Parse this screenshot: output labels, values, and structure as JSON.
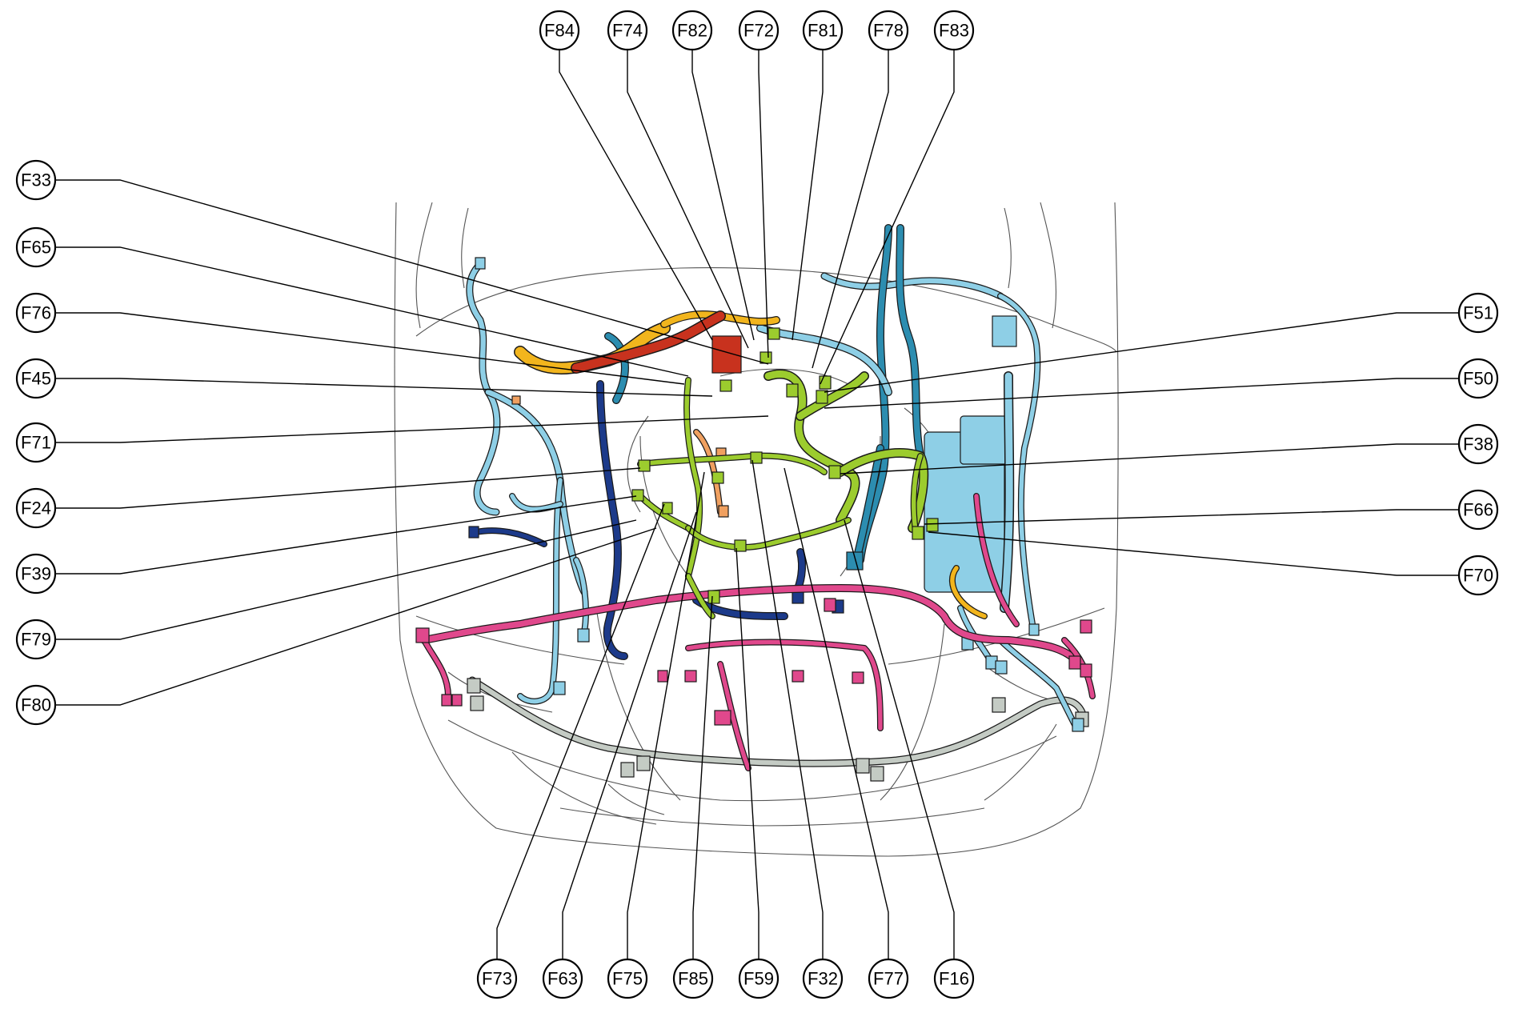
{
  "colors": {
    "light_blue": "#8ecfe6",
    "teal": "#2c8db0",
    "lime": "#9ccc2e",
    "pink": "#e0488c",
    "navy": "#1c3a8a",
    "yellow": "#f2b51d",
    "red": "#c8321e",
    "orange": "#f0a060",
    "gray": "#c4cbc4"
  },
  "callouts": {
    "top": [
      "F84",
      "F74",
      "F82",
      "F72",
      "F81",
      "F78",
      "F83"
    ],
    "left": [
      "F33",
      "F65",
      "F76",
      "F45",
      "F71",
      "F24",
      "F39",
      "F79",
      "F80"
    ],
    "right": [
      "F51",
      "F50",
      "F38",
      "F66",
      "F70"
    ],
    "bottom": [
      "F73",
      "F63",
      "F75",
      "F85",
      "F59",
      "F32",
      "F77",
      "F16"
    ]
  }
}
